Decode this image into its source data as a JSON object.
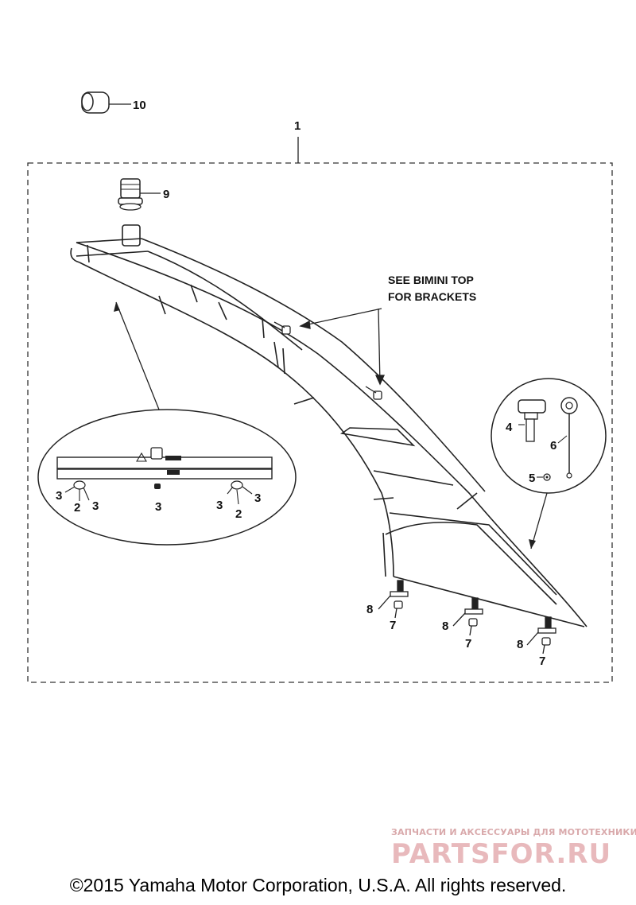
{
  "callouts": {
    "c1": "1",
    "c2a": "2",
    "c2b": "2",
    "c3a": "3",
    "c3b": "3",
    "c3c": "3",
    "c3d": "3",
    "c3e": "3",
    "c4": "4",
    "c5": "5",
    "c6": "6",
    "c7a": "7",
    "c7b": "7",
    "c7c": "7",
    "c8a": "8",
    "c8b": "8",
    "c8c": "8",
    "c9": "9",
    "c10": "10"
  },
  "note": {
    "line1": "SEE BIMINI TOP",
    "line2": "FOR BRACKETS"
  },
  "watermark": {
    "tagline": "ЗАПЧАСТИ И АКСЕССУАРЫ ДЛЯ МОТОТЕХНИКИ",
    "logo": "PARTSFOR.RU"
  },
  "footer": {
    "copyright": "©2015 Yamaha Motor Corporation, U.S.A. All rights reserved."
  }
}
